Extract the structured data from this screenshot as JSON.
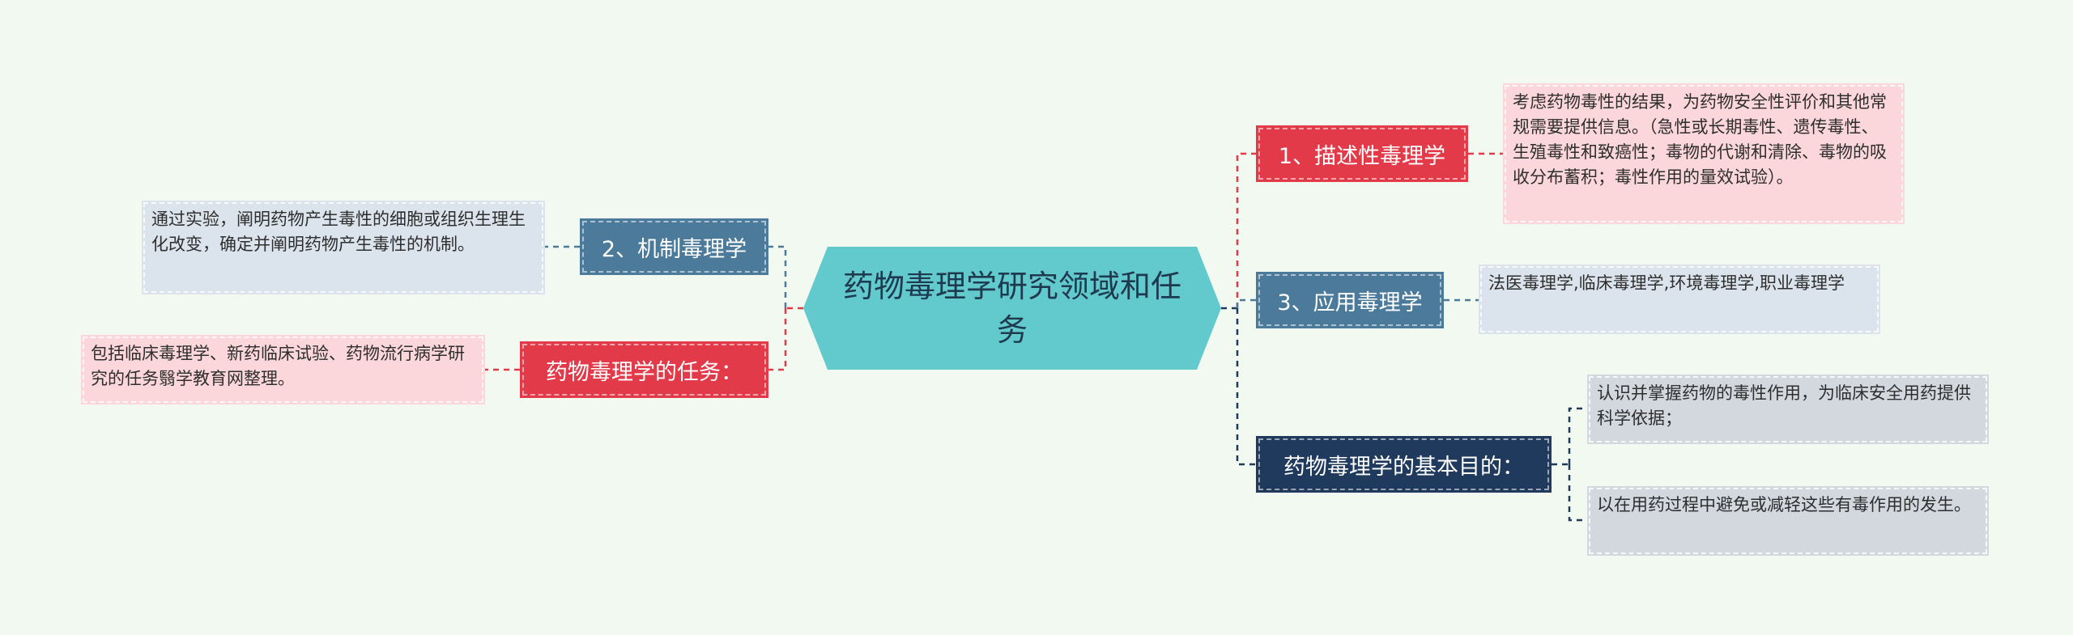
{
  "root": {
    "text": "药物毒理学研究领域和任务"
  },
  "branches": {
    "b1": {
      "label": "1、描述性毒理学",
      "detail": "考虑药物毒性的结果，为药物安全性评价和其他常规需要提供信息。（急性或长期毒性、遗传毒性、生殖毒性和致癌性；毒物的代谢和清除、毒物的吸收分布蓄积；毒性作用的量效试验）。"
    },
    "b2": {
      "label": "2、机制毒理学",
      "detail": "通过实验，阐明药物产生毒性的细胞或组织生理生化改变，确定并阐明药物产生毒性的机制。"
    },
    "b3": {
      "label": "3、应用毒理学",
      "detail": "法医毒理学,临床毒理学,环境毒理学,职业毒理学"
    },
    "tasks": {
      "label": "药物毒理学的任务：",
      "detail": "包括临床毒理学、新药临床试验、药物流行病学研究的任务翳学教育网整理。"
    },
    "goals": {
      "label": "药物毒理学的基本目的：",
      "details": [
        "认识并掌握药物的毒性作用，为临床安全用药提供科学依据；",
        "以在用药过程中避免或减轻这些有毒作用的发生。"
      ]
    }
  },
  "colors": {
    "red": "#e33a4a",
    "steel": "#4b7a9a",
    "navy": "#1f3a5c",
    "center": "#62c9cc",
    "pink": "#fbd6da",
    "blue_gray": "#dbe4ec",
    "gray": "#d3d7de",
    "background": "#f1f9f0"
  }
}
